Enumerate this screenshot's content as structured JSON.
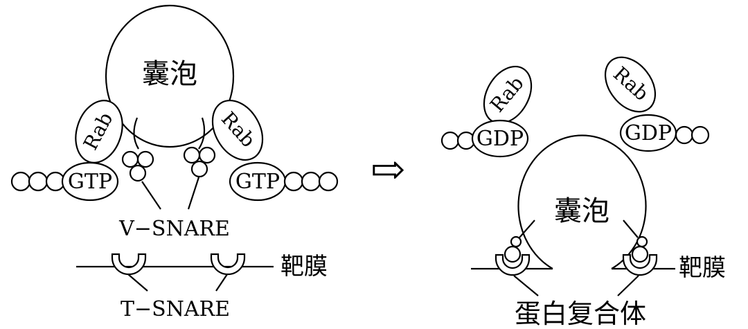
{
  "labels": {
    "vesicle": "囊泡",
    "rab": "Rab",
    "gtp": "GTP",
    "gdp": "GDP",
    "v_snare": "V−SNARE",
    "t_snare": "T−SNARE",
    "target_membrane": "靶膜",
    "protein_complex": "蛋白复合体",
    "arrow": "⇨"
  }
}
